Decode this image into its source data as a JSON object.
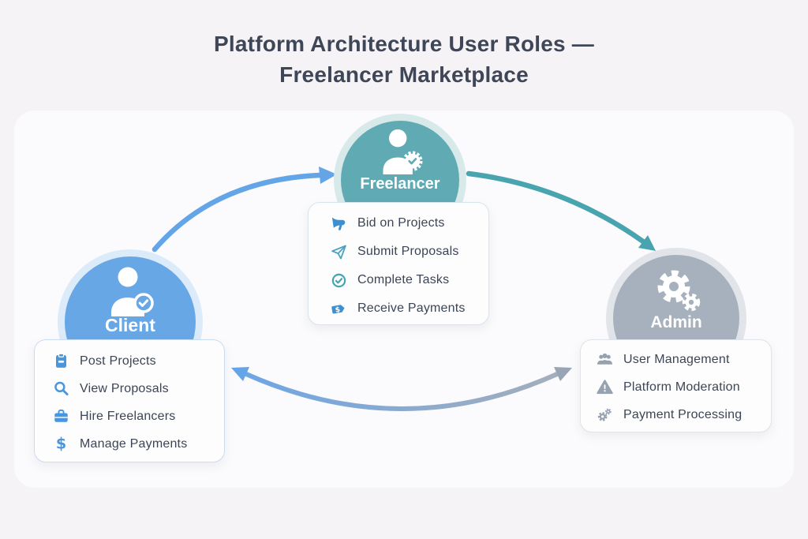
{
  "title": {
    "line1": "Platform Architecture User Roles —",
    "line2": "Freelancer Marketplace"
  },
  "roles": [
    {
      "name": "Client",
      "color": "#68a7e6",
      "avatar_icon": "person-check-icon",
      "items": [
        {
          "icon": "clipboard-icon",
          "label": "Post Projects"
        },
        {
          "icon": "search-icon",
          "label": "View Proposals"
        },
        {
          "icon": "briefcase-icon",
          "label": "Hire Freelancers"
        },
        {
          "icon": "dollar-icon",
          "label": "Manage Payments"
        }
      ]
    },
    {
      "name": "Freelancer",
      "color": "#60aab4",
      "avatar_icon": "person-badge-icon",
      "items": [
        {
          "icon": "megaphone-icon",
          "label": "Bid on Projects"
        },
        {
          "icon": "paper-plane-icon",
          "label": "Submit Proposals"
        },
        {
          "icon": "check-circle-icon",
          "label": "Complete Tasks"
        },
        {
          "icon": "price-tag-icon",
          "label": "Receive Payments"
        }
      ]
    },
    {
      "name": "Admin",
      "color": "#a7b1be",
      "avatar_icon": "gears-icon",
      "items": [
        {
          "icon": "users-icon",
          "label": "User Management"
        },
        {
          "icon": "warning-icon",
          "label": "Platform Moderation"
        },
        {
          "icon": "gears-small-icon",
          "label": "Payment Processing"
        }
      ]
    }
  ],
  "connections": [
    {
      "from": "Client",
      "to": "Freelancer",
      "color": "#64a5e8",
      "heads": 1
    },
    {
      "from": "Freelancer",
      "to": "Admin",
      "color": "#48a4ae",
      "heads": 1
    },
    {
      "from": "Client",
      "to": "Admin",
      "color_start": "#6fa6e4",
      "color_end": "#a3aebb",
      "heads": 2
    }
  ],
  "colors": {
    "background": "#f5f3f5",
    "panel": "#fbfafc",
    "title_text": "#3e4657",
    "item_text": "#3c4555",
    "client_blue": "#68a7e6",
    "freelancer_teal": "#60aab4",
    "admin_gray": "#a7b1be"
  }
}
